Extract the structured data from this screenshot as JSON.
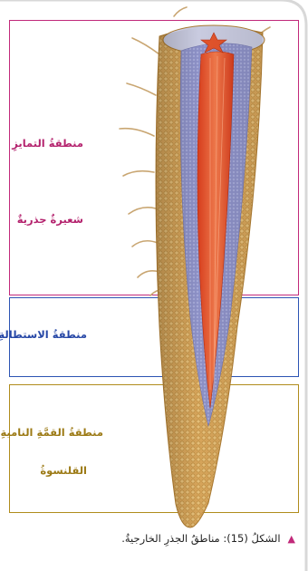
{
  "figure": {
    "labels": {
      "differentiation_zone": "منطقةُ التمايزِ",
      "root_hair": "شعيرةٌ جذريةٌ",
      "elongation_zone": "منطقةُ الاستطالةِ",
      "growing_tip_zone": "منطقةُ القمَّةِ الناميةِ",
      "root_cap": "القلنسوةُ"
    },
    "caption": {
      "marker": "▲",
      "text": "الشكلُ (15): مناطقُ الجذرِ الخارجيةُ."
    },
    "colors": {
      "differentiation_zone": "#c1297a",
      "elongation_zone": "#2c54b3",
      "growing_tip_zone": "#b08c1c",
      "epidermis": "#d9a85a",
      "cortex": "#8f93c8",
      "vascular": "#e2542c"
    }
  }
}
